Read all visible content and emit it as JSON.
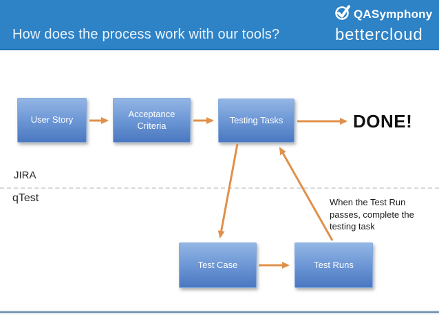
{
  "slide": {
    "header": {
      "title": "How does the process work with our tools?",
      "brand": {
        "qasymphony": "QASymphony",
        "bettercloud": "bettercloud",
        "icon": "checkmark-circle"
      }
    },
    "lanes": {
      "top": "JIRA",
      "bottom": "qTest"
    },
    "boxes": [
      {
        "label": "User Story"
      },
      {
        "label": "Acceptance Criteria"
      },
      {
        "label": "Testing Tasks"
      },
      {
        "label": "Test Case"
      },
      {
        "label": "Test Runs"
      }
    ],
    "done": "DONE!",
    "annotation": "When the Test Run passes, complete the testing task",
    "colors": {
      "header_bg": "#2E82C6",
      "header_border": "#2270AC",
      "title_text": "#EAF4FB",
      "arrow": "#E0904A",
      "box_gradient_top": "#93B6E4",
      "box_gradient_bottom": "#4A78C0",
      "box_border": "#86ABDC",
      "lane_divider": "#D8D8D8",
      "footer_line": "#6B8DAC",
      "done_text": "#111111"
    }
  }
}
